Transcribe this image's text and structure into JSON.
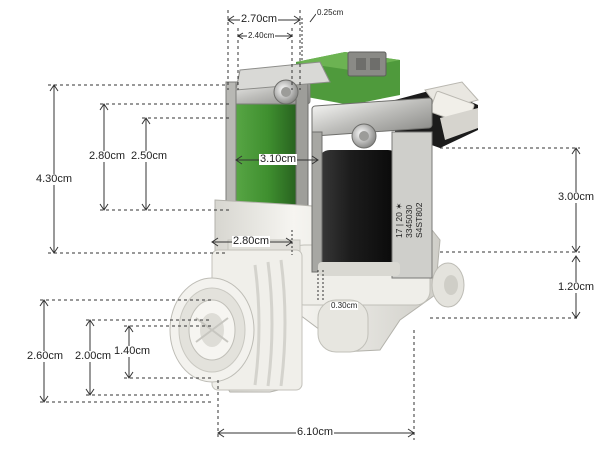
{
  "image": {
    "subject": "water-inlet-solenoid-valve",
    "dimensions": {
      "top_width": "2.70cm",
      "top_inner_width": "2.40cm",
      "pin_width": "0.25cm",
      "overall_height": "4.30cm",
      "coil_height": "2.80cm",
      "coil_inner_height": "2.50cm",
      "coil_width": "3.10cm",
      "body_width": "2.80cm",
      "right_coil_height": "3.00cm",
      "outlet_height": "1.20cm",
      "gap": "0.30cm",
      "inlet_outer": "2.60cm",
      "inlet_thread": "2.00cm",
      "inlet_bore": "1.40cm",
      "overall_width": "6.10cm"
    },
    "coil_label": [
      "17 | 20 ✶",
      "3345030",
      "S4ST802"
    ],
    "colors": {
      "left_coil": "#3f8f2f",
      "right_coil": "#1c1c1c",
      "body": "#ecebe6",
      "bracket": "#c9c9c5",
      "left_connector": "#4f9a3c",
      "right_connector": "#e9e7e1",
      "dimension_lines": "#333333"
    }
  }
}
